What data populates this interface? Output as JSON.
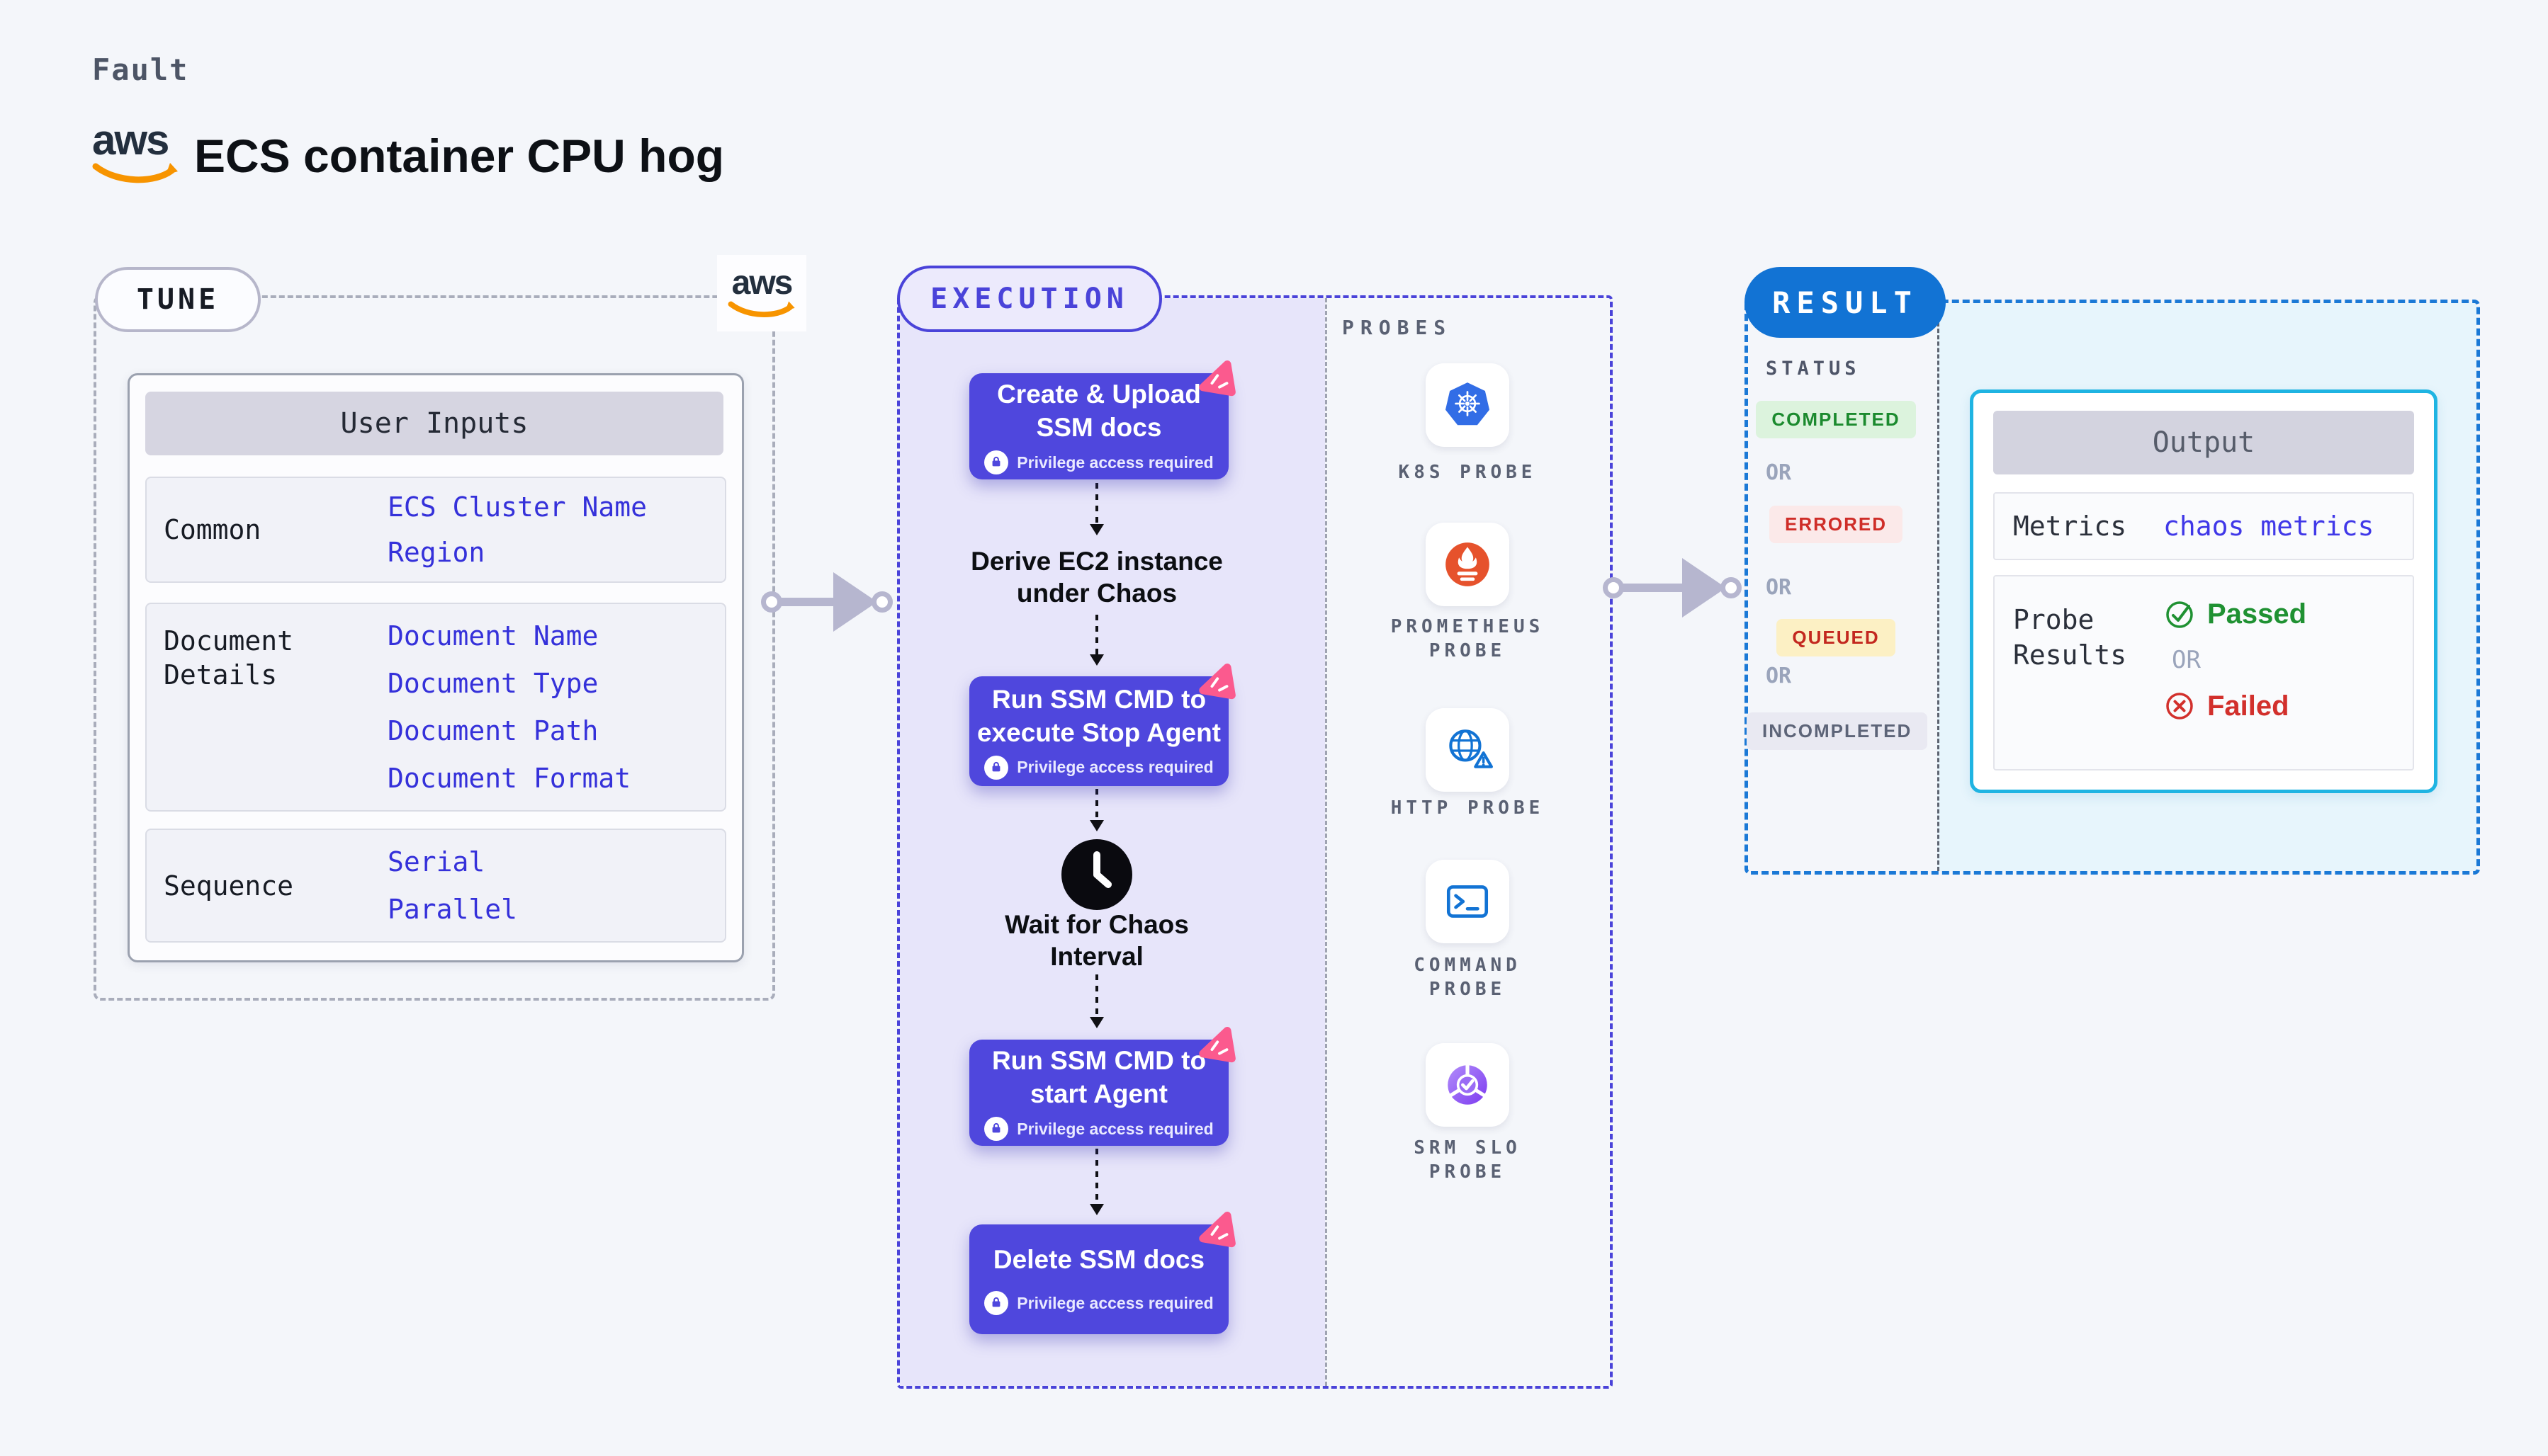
{
  "page": {
    "kicker": "Fault",
    "title": "ECS container CPU hog",
    "brand": "aws"
  },
  "colors": {
    "background": "#f4f6fa",
    "indigo_accent": "#4a43d9",
    "step_card": "#4f47dd",
    "lavender_panel": "#e7e5fa",
    "pink_flag": "#fb5a8e",
    "result_blue": "#1273d4",
    "output_border": "#1fb4e2",
    "cyan_panel": "#e7f5fc",
    "link_blue": "#3531da",
    "aws_navy": "#232f3e",
    "aws_orange": "#f79400",
    "completed_green": "#1b8a2e",
    "errored_red": "#cf2d28",
    "queued_yellow_bg": "#fcf0c4",
    "kubernetes_blue": "#326de6",
    "prometheus_orange": "#e6522c"
  },
  "tune": {
    "pill": "TUNE",
    "table": {
      "header": "User Inputs",
      "rows": [
        {
          "label": "Common",
          "values": [
            "ECS Cluster Name",
            "Region"
          ]
        },
        {
          "label": "Document Details",
          "values": [
            "Document Name",
            "Document Type",
            "Document Path",
            "Document Format"
          ]
        },
        {
          "label": "Sequence",
          "values": [
            "Serial",
            "Parallel"
          ]
        }
      ]
    }
  },
  "execution": {
    "pill": "EXECUTION",
    "privilege_note": "Privilege access required",
    "steps": [
      {
        "line1": "Create & Upload",
        "line2": "SSM docs"
      },
      {
        "line1": "Run SSM CMD to",
        "line2": "execute Stop Agent"
      },
      {
        "line1": "Run SSM CMD to",
        "line2": "start Agent"
      },
      {
        "line1": "Delete SSM docs",
        "line2": ""
      }
    ],
    "derive": {
      "line1": "Derive EC2 instance",
      "line2": "under Chaos"
    },
    "wait": {
      "line1": "Wait for Chaos",
      "line2": "Interval"
    }
  },
  "probes": {
    "header": "PROBES",
    "items": [
      {
        "icon": "kubernetes",
        "lines": [
          "K8S PROBE"
        ]
      },
      {
        "icon": "prometheus",
        "lines": [
          "PROMETHEUS",
          "PROBE"
        ]
      },
      {
        "icon": "http",
        "lines": [
          "HTTP PROBE"
        ]
      },
      {
        "icon": "command",
        "lines": [
          "COMMAND",
          "PROBE"
        ]
      },
      {
        "icon": "srm-slo",
        "lines": [
          "SRM SLO",
          "PROBE"
        ]
      }
    ]
  },
  "result": {
    "pill": "RESULT",
    "status_header": "STATUS",
    "or_label": "OR",
    "statuses": [
      "COMPLETED",
      "ERRORED",
      "QUEUED",
      "INCOMPLETED"
    ],
    "output": {
      "header": "Output",
      "metrics_label": "Metrics",
      "metrics_value": "chaos metrics",
      "probe_results_label": "Probe Results",
      "passed": "Passed",
      "failed": "Failed"
    }
  }
}
